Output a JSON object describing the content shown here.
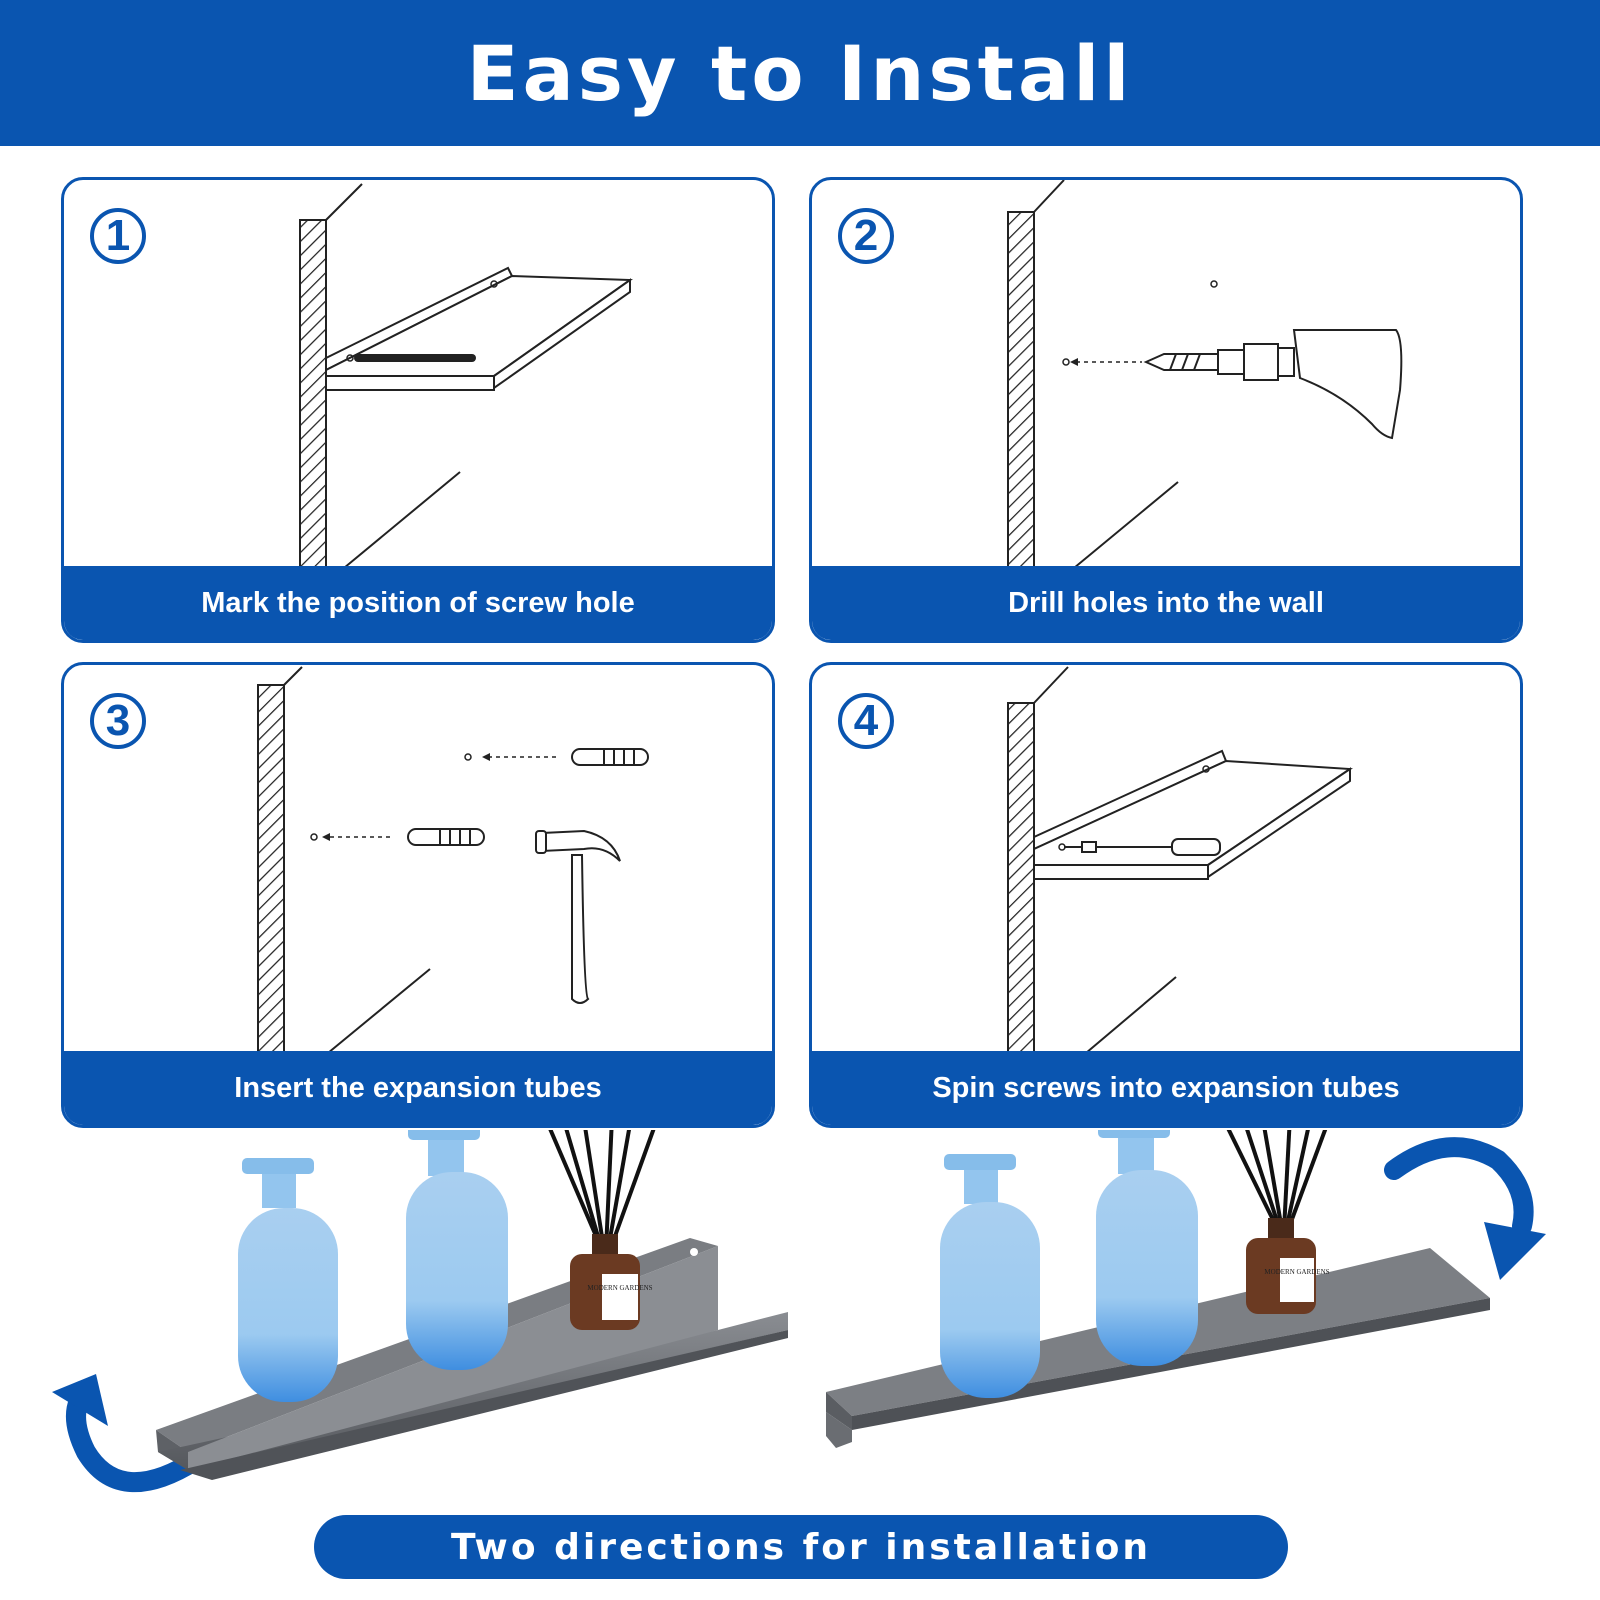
{
  "header": {
    "title": "Easy to Install"
  },
  "steps": [
    {
      "number": "1",
      "caption": "Mark the position of screw hole"
    },
    {
      "number": "2",
      "caption": "Drill holes into the wall"
    },
    {
      "number": "3",
      "caption": "Insert the expansion tubes"
    },
    {
      "number": "4",
      "caption": "Spin screws into expansion tubes"
    }
  ],
  "photos": {
    "left_label": "MODERN GARDENS",
    "right_label": "MODERN GARDENS"
  },
  "footer": {
    "label": "Two directions for installation"
  },
  "colors": {
    "brand_blue": "#0a55b0",
    "shelf_gray": "#6e7176",
    "bottle_blue": "#8fc3ea"
  }
}
